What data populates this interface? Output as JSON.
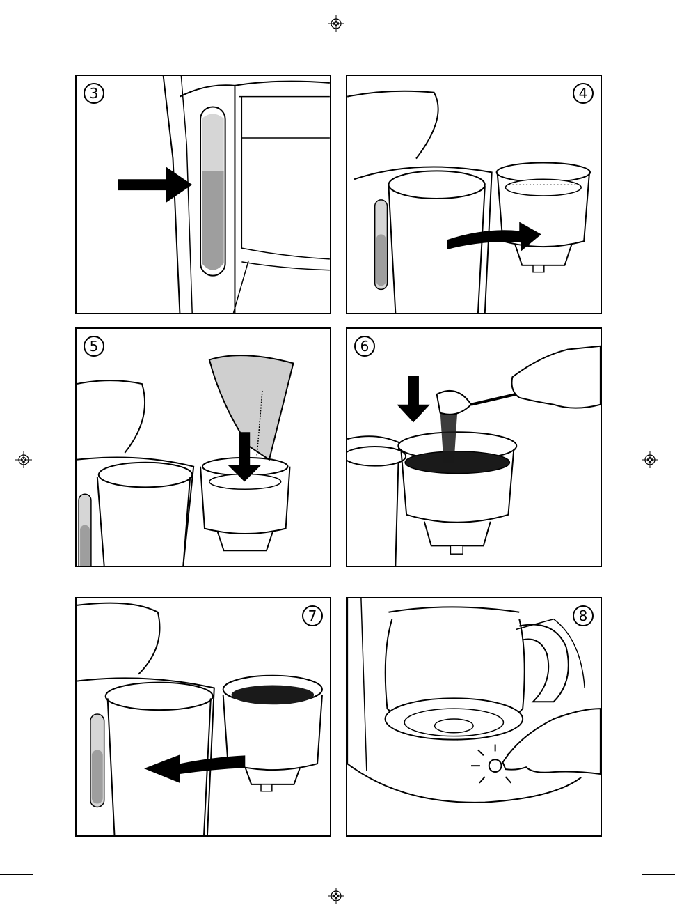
{
  "steps": [
    {
      "number": "3",
      "illustration": "check-water-level-window"
    },
    {
      "number": "4",
      "illustration": "swing-open-filter-holder"
    },
    {
      "number": "5",
      "illustration": "insert-paper-filter"
    },
    {
      "number": "6",
      "illustration": "add-ground-coffee"
    },
    {
      "number": "7",
      "illustration": "swing-filter-holder-closed"
    },
    {
      "number": "8",
      "illustration": "press-on-switch"
    }
  ],
  "colors": {
    "line": "#000000",
    "water": "#9e9e9e",
    "window": "#d6d6d6",
    "filter": "#cfcfcf",
    "coffee": "#1a1a1a"
  }
}
